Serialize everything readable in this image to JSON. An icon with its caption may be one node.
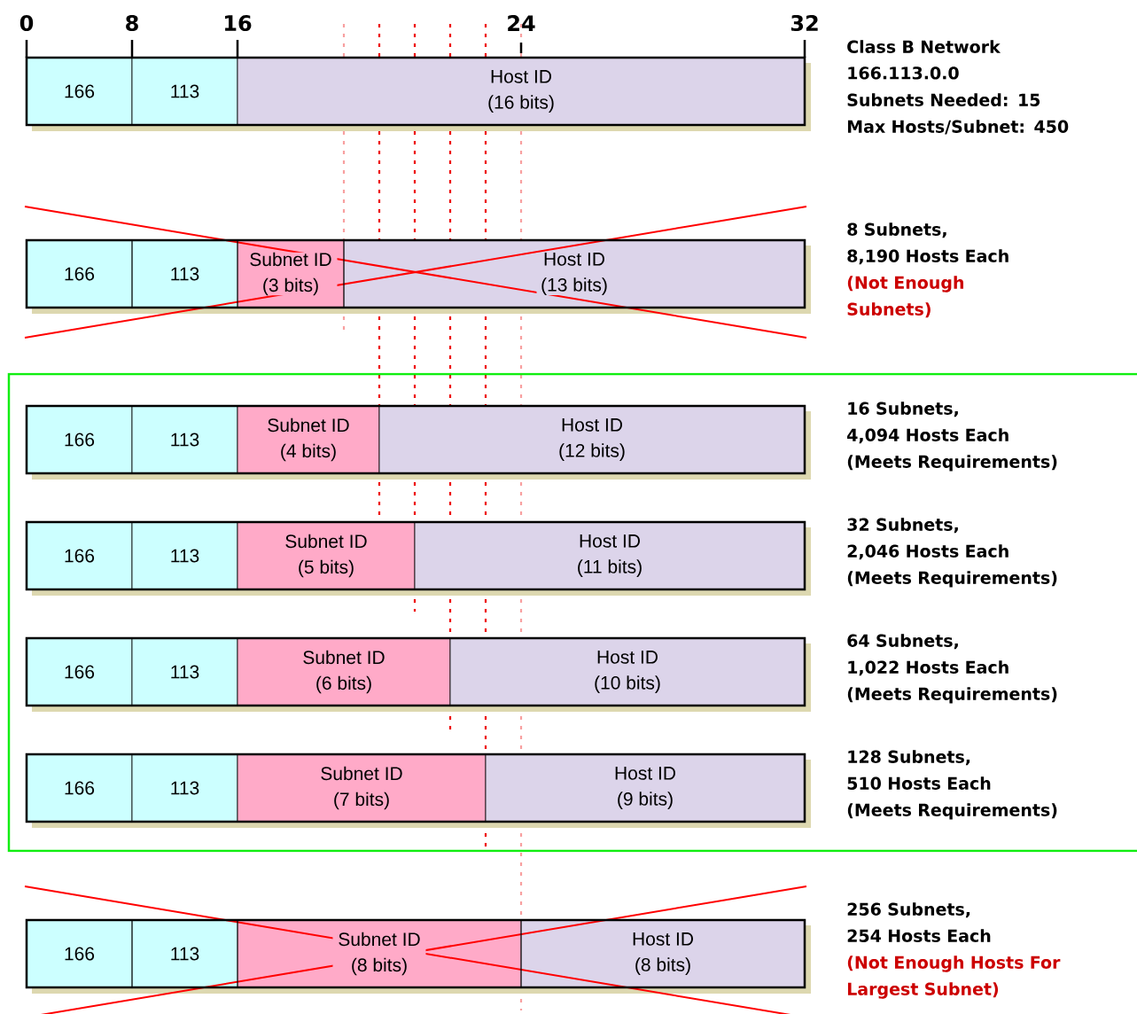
{
  "diagram": {
    "nodes": [
      {
        "text": [
          "166"
        ]
      },
      {
        "text": [
          "113"
        ]
      },
      {
        "text": [
          "Host ID (16 bits)"
        ]
      },
      {
        "text": [
          "166"
        ]
      },
      {
        "text": [
          "113"
        ]
      },
      {
        "text": [
          "Subnet ID (3 bits)"
        ]
      },
      {
        "text": [
          "Host ID (13 bits)"
        ]
      },
      {
        "text": [
          "166"
        ]
      },
      {
        "text": [
          "113"
        ]
      },
      {
        "text": [
          "Subnet ID (4 bits)"
        ]
      },
      {
        "text": [
          "Host ID (12 bits)"
        ]
      },
      {
        "text": [
          "166"
        ]
      },
      {
        "text": [
          "113"
        ]
      },
      {
        "text": [
          "Subnet ID (5 bits)"
        ]
      },
      {
        "text": [
          "Host ID (11 bits)"
        ]
      },
      {
        "text": [
          "166"
        ]
      },
      {
        "text": [
          "113"
        ]
      },
      {
        "text": [
          "Subnet ID (6 bits)"
        ]
      },
      {
        "text": [
          "Host ID (10 bits)"
        ]
      },
      {
        "text": [
          "166"
        ]
      },
      {
        "text": [
          "113"
        ]
      },
      {
        "text": [
          "Subnet ID (7 bits)"
        ]
      },
      {
        "text": [
          "Host ID (9 bits)"
        ]
      },
      {
        "text": [
          "166"
        ]
      },
      {
        "text": [
          "113"
        ]
      },
      {
        "text": [
          "Subnet ID (8 bits)"
        ]
      },
      {
        "text": [
          "Host ID (8 bits)"
        ]
      }
    ],
    "labels": [
      "0",
      "8",
      "16",
      "24",
      "32",
      "Class B Network",
      "166.113.0.0",
      "Subnets Needed: 15",
      "Max Hosts/Subnet: 450",
      "8 Subnets,",
      "8,190 Hosts Each",
      "(Not Enough Subnets)",
      "16 Subnets,",
      "4,094 Hosts Each",
      "(Meets Requirements)",
      "32 Subnets,",
      "2,046 Hosts Each",
      "(Meets Requirements)",
      "64 Subnets,",
      "1,022 Hosts Each",
      "(Meets Requirements)",
      "128 Subnets,",
      "510 Hosts Each",
      "(Meets Requirements)",
      "256 Subnets,",
      "254 Hosts Each",
      "(Not Enough Hosts For Largest Subnet)"
    ]
  }
}
